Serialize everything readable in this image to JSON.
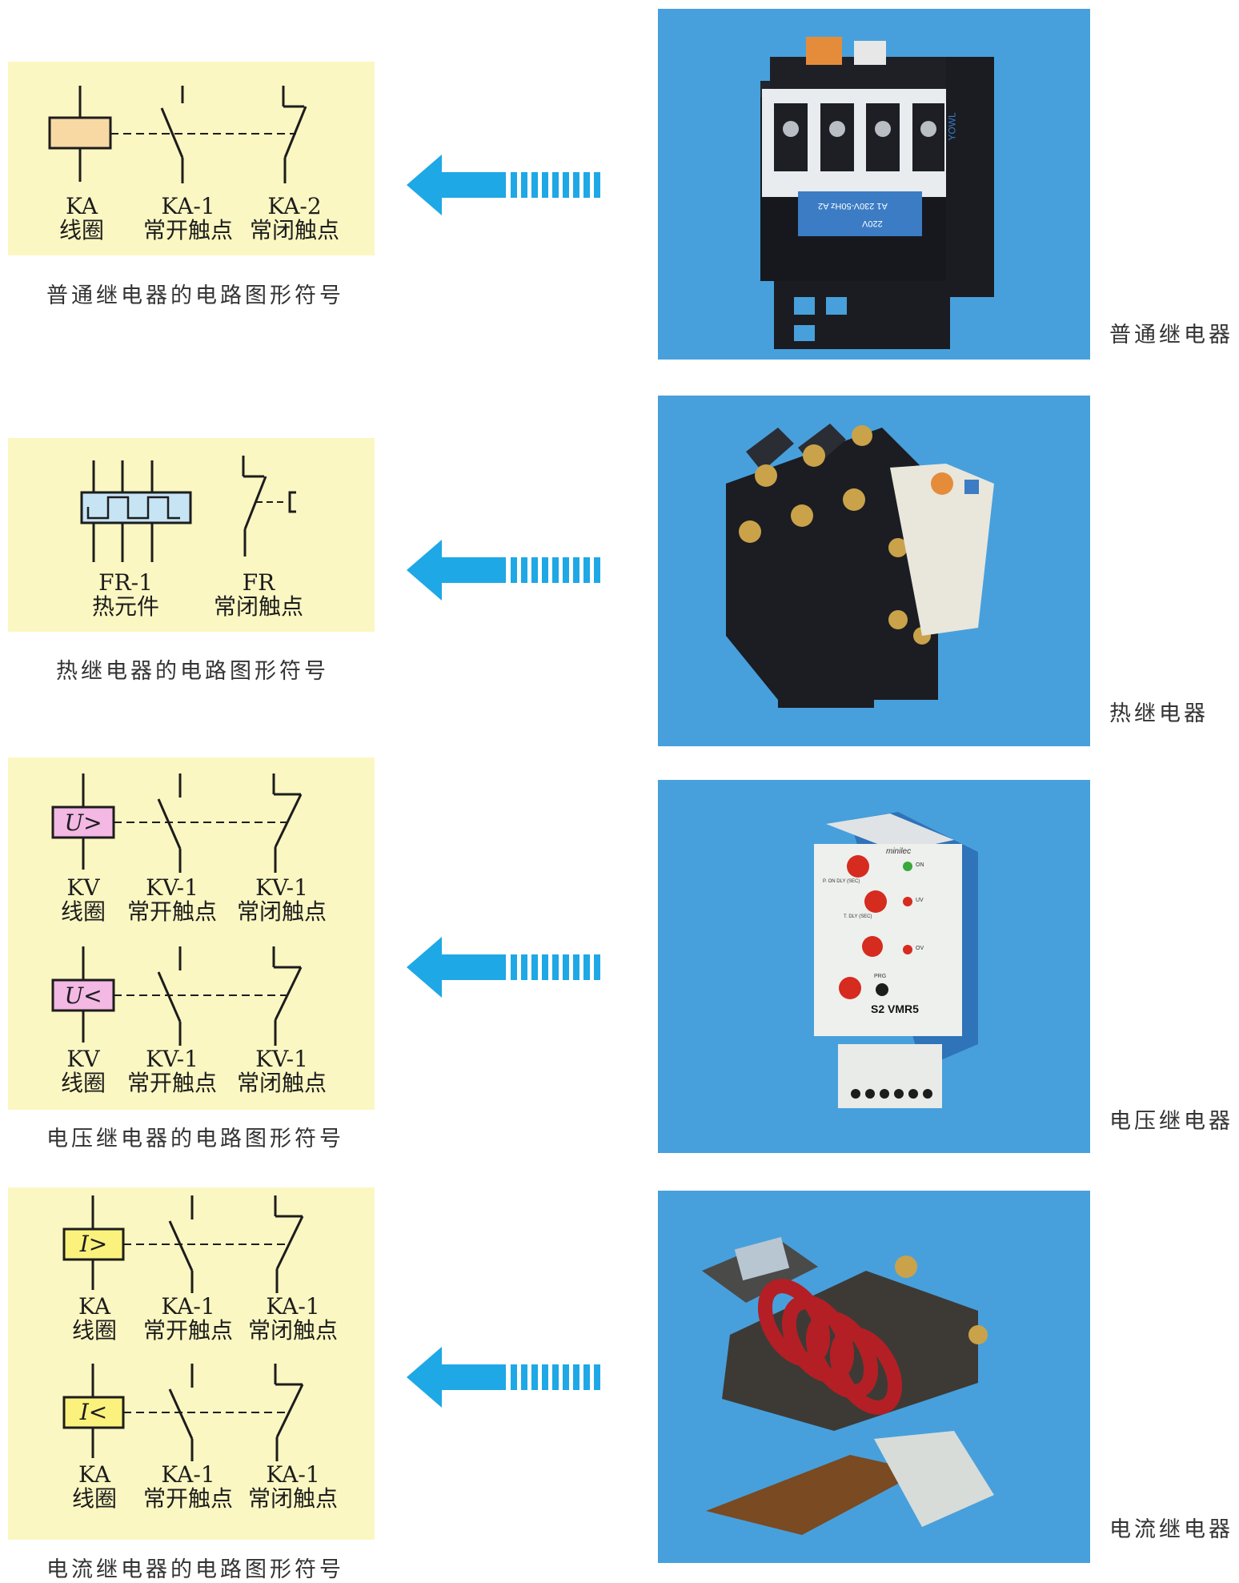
{
  "colors": {
    "panel": "#fbf7c2",
    "photo_bg": "#47a0dc",
    "arrow": "#1ea8e6",
    "coil_general": "#f8d9a4",
    "coil_thermal": "#c6e4f4",
    "coil_voltage": "#f3b8e4",
    "coil_current": "#fbf27e"
  },
  "sections": [
    {
      "caption": "普通继电器的电路图形符号",
      "photo_label": "普通继电器",
      "photo_icon": "contactor-relay-photo",
      "photo_markings": [
        "220V",
        "A1 230V-50Hz A2",
        "YOWL"
      ],
      "labels": [
        {
          "code": "KA",
          "name": "线圈"
        },
        {
          "code": "KA-1",
          "name": "常开触点"
        },
        {
          "code": "KA-2",
          "name": "常闭触点"
        }
      ]
    },
    {
      "caption": "热继电器的电路图形符号",
      "photo_label": "热继电器",
      "photo_icon": "thermal-relay-photo",
      "labels": [
        {
          "code": "FR-1",
          "name": "热元件"
        },
        {
          "code": "FR",
          "name": "常闭触点"
        }
      ]
    },
    {
      "caption": "电压继电器的电路图形符号",
      "photo_label": "电压继电器",
      "photo_icon": "voltage-relay-photo",
      "photo_markings": [
        "minilec",
        "ON",
        "UV",
        "OV",
        "P. ON DLY (SEC)",
        "T. DLY (SEC)",
        "PRG",
        "S2 VMR5"
      ],
      "rows": [
        {
          "coil_text": "U>",
          "labels": [
            {
              "code": "KV",
              "name": "线圈"
            },
            {
              "code": "KV-1",
              "name": "常开触点"
            },
            {
              "code": "KV-1",
              "name": "常闭触点"
            }
          ]
        },
        {
          "coil_text": "U<",
          "labels": [
            {
              "code": "KV",
              "name": "线圈"
            },
            {
              "code": "KV-1",
              "name": "常开触点"
            },
            {
              "code": "KV-1",
              "name": "常闭触点"
            }
          ]
        }
      ]
    },
    {
      "caption": "电流继电器的电路图形符号",
      "photo_label": "电流继电器",
      "photo_icon": "current-relay-photo",
      "rows": [
        {
          "coil_text": "I>",
          "labels": [
            {
              "code": "KA",
              "name": "线圈"
            },
            {
              "code": "KA-1",
              "name": "常开触点"
            },
            {
              "code": "KA-1",
              "name": "常闭触点"
            }
          ]
        },
        {
          "coil_text": "I<",
          "labels": [
            {
              "code": "KA",
              "name": "线圈"
            },
            {
              "code": "KA-1",
              "name": "常开触点"
            },
            {
              "code": "KA-1",
              "name": "常闭触点"
            }
          ]
        }
      ]
    }
  ]
}
